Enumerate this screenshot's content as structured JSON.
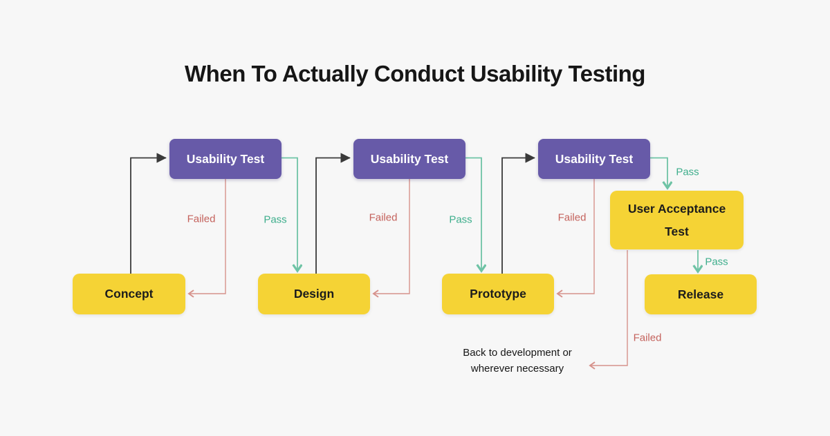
{
  "title": "When To Actually Conduct Usability Testing",
  "colors": {
    "background": "#F7F7F7",
    "purple_box": "#675AA8",
    "yellow_box": "#F5D335",
    "pass_green": "#3EAE8C",
    "fail_red": "#C4625C",
    "arrow_black": "#3A3A3A",
    "text_dark": "#161616"
  },
  "nodes": {
    "test1": {
      "label": "Usability Test"
    },
    "test2": {
      "label": "Usability Test"
    },
    "test3": {
      "label": "Usability Test"
    },
    "concept": {
      "label": "Concept"
    },
    "design": {
      "label": "Design"
    },
    "prototype": {
      "label": "Prototype"
    },
    "uat": {
      "label": "User Acceptance Test"
    },
    "release": {
      "label": "Release"
    }
  },
  "edge_labels": {
    "test1_failed": "Failed",
    "test1_pass": "Pass",
    "test2_failed": "Failed",
    "test2_pass": "Pass",
    "test3_failed": "Failed",
    "test3_pass": "Pass",
    "uat_pass": "Pass",
    "uat_failed": "Failed"
  },
  "note": {
    "line1": "Back to development or",
    "line2": "wherever necessary"
  }
}
